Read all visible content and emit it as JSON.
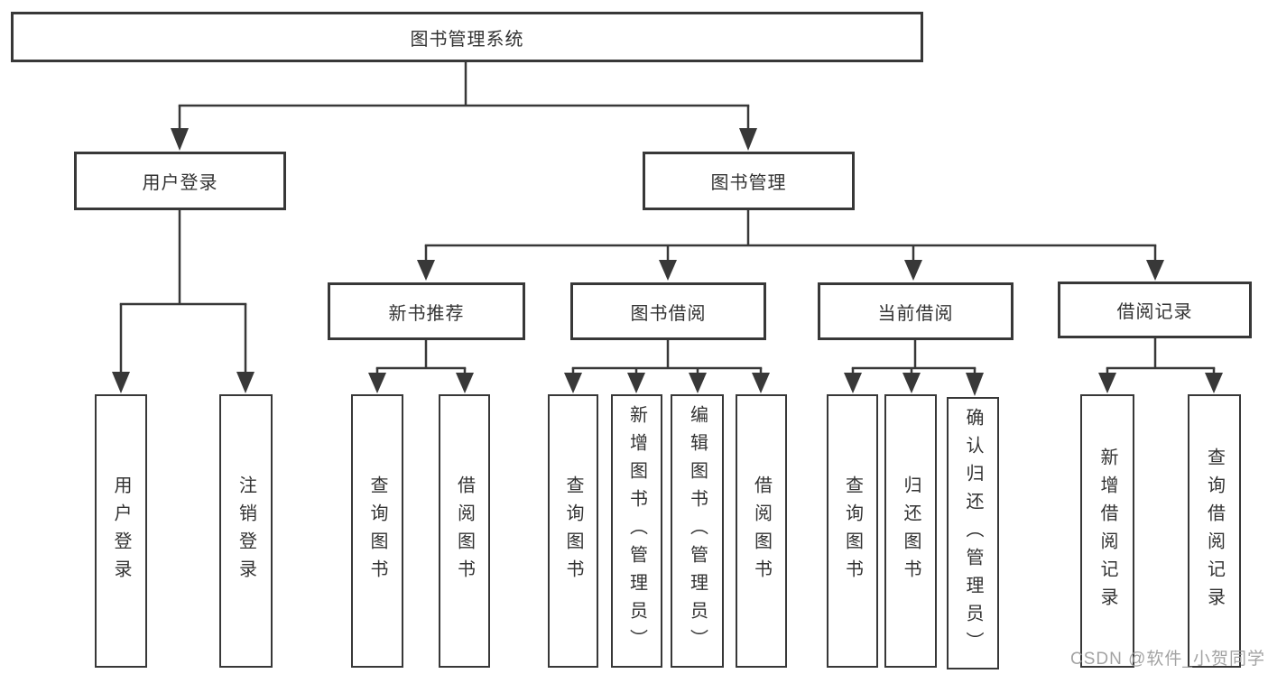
{
  "diagram": {
    "title_node": "图书管理系统",
    "level2": {
      "user_login": "用户登录",
      "book_mgmt": "图书管理"
    },
    "level3": {
      "new_book_rec": "新书推荐",
      "book_borrow": "图书借阅",
      "current_borrow": "当前借阅",
      "borrow_record": "借阅记录"
    },
    "leaves": {
      "user_login": "用户登录",
      "logout": "注销登录",
      "nb_query_books": "查询图书",
      "nb_borrow_books": "借阅图书",
      "bb_query_books": "查询图书",
      "bb_add_book_admin": "新增图书（管理员）",
      "bb_edit_book_admin": "编辑图书（管理员）",
      "bb_borrow_books": "借阅图书",
      "cb_query_books": "查询图书",
      "cb_return_book": "归还图书",
      "cb_confirm_return_admin": "确认归还（管理员）",
      "br_add_record": "新增借阅记录",
      "br_query_record": "查询借阅记录"
    }
  },
  "colors": {
    "line": "#383838",
    "text": "#333333",
    "background": "#ffffff",
    "watermark": "#9c9c9c"
  },
  "watermark": "CSDN @软件_小贺同学"
}
